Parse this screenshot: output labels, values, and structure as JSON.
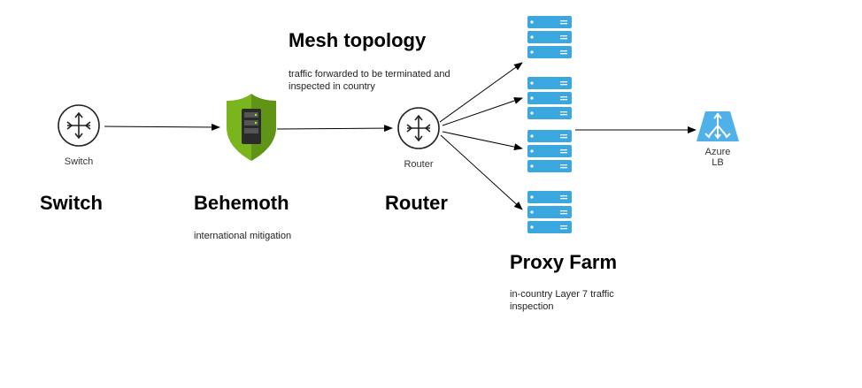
{
  "nodes": {
    "switch": {
      "caption": "Switch",
      "title": "Switch",
      "icon": "switch-icon"
    },
    "behemoth": {
      "title": "Behemoth",
      "desc": "international mitigation",
      "icon": "shield-server-icon"
    },
    "router": {
      "caption": "Router",
      "title": "Router",
      "icon": "router-icon"
    },
    "mesh": {
      "title": "Mesh topology",
      "desc": "traffic forwarded to be terminated and inspected in country"
    },
    "proxy_farm": {
      "title": "Proxy Farm",
      "desc": "in-country Layer 7 traffic inspection",
      "icon": "server-stack-icon"
    },
    "azure_lb": {
      "caption_line1": "Azure",
      "caption_line2": "LB",
      "icon": "azure-load-balancer-icon"
    }
  },
  "colors": {
    "server_blue": "#3aa8df",
    "shield_green": "#7ab51d",
    "azure_blue": "#50b0e8",
    "line": "#000000"
  }
}
